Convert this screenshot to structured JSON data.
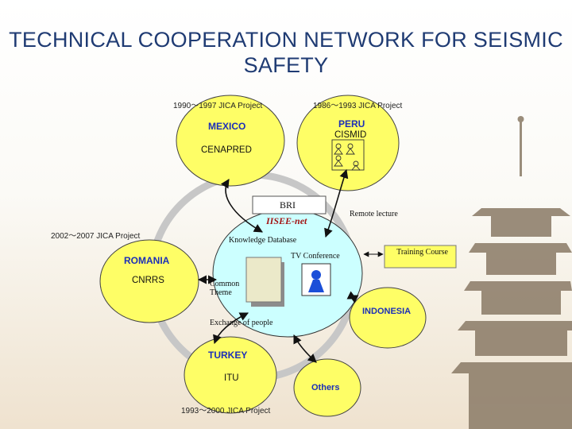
{
  "title": "TECHNICAL COOPERATION NETWORK FOR SEISMIC SAFETY",
  "projects": {
    "mexico": "1990～1997 JICA Project",
    "peru": "1986～1993 JICA Project",
    "romania": "2002～2007 JICA Project",
    "turkey": "1993～2000 JICA Project"
  },
  "nodes": {
    "mexico": {
      "name": "MEXICO",
      "institute": "CENAPRED"
    },
    "peru": {
      "name": "PERU",
      "institute": "CISMID"
    },
    "romania": {
      "name": "ROMANIA",
      "institute": "CNRRS"
    },
    "indonesia": {
      "name": "INDONESIA"
    },
    "turkey": {
      "name": "TURKEY",
      "institute": "ITU"
    },
    "others": {
      "name": "Others"
    }
  },
  "hub": {
    "box_label": "BRI",
    "net_label": "IISEE-net",
    "knowledge": "Knowledge Database",
    "tv": "TV Conference",
    "common": "Common Theme"
  },
  "annotations": {
    "remote": "Remote lecture",
    "exchange": "Exchange of people",
    "training": "Training Course"
  },
  "colors": {
    "node_fill": "#fefe66",
    "hub_fill": "#ccffff",
    "ring": "#c7c7c7",
    "title": "#1f3b73",
    "label_blue": "#1c2fb8",
    "label_red": "#a31515",
    "pagoda": "#8a7a66"
  }
}
